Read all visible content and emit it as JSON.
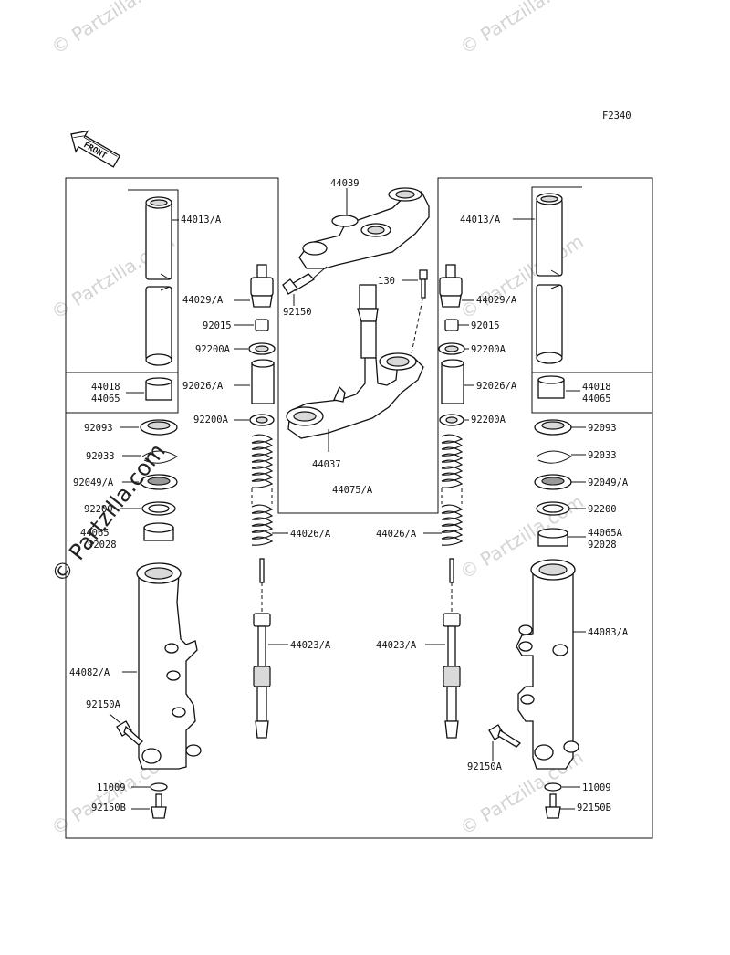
{
  "figure_code": "F2340",
  "front_arrow_text": "FRONT",
  "watermark": {
    "text": "© Partzilla.com",
    "big_text": "© Partzilla.com"
  },
  "labels": {
    "p44039": "44039",
    "p44013A_l": "44013/A",
    "p44013A_r": "44013/A",
    "p44029A_l": "44029/A",
    "p44029A_r": "44029/A",
    "p92150": "92150",
    "p130": "130",
    "p92015_l": "92015",
    "p92015_r": "92015",
    "p92200A_l1": "92200A",
    "p92200A_r1": "92200A",
    "p92026A_l": "92026/A",
    "p92026A_r": "92026/A",
    "p44018_l": "44018",
    "p44065_l": "44065",
    "p44018_r": "44018",
    "p44065_r": "44065",
    "p92200A_l2": "92200A",
    "p92200A_r2": "92200A",
    "p44037": "44037",
    "p92093_l": "92093",
    "p92093_r": "92093",
    "p92033_l": "92033",
    "p92033_r": "92033",
    "p92049A_l": "92049/A",
    "p92049A_r": "92049/A",
    "p44075A": "44075/A",
    "p92200_l": "92200",
    "p92200_r": "92200",
    "p44065_l2": "44065",
    "p92028_l": "92028",
    "p44065A_r": "44065A",
    "p92028_r": "92028",
    "p44026A_l": "44026/A",
    "p44026A_r": "44026/A",
    "p44023A_l": "44023/A",
    "p44023A_r": "44023/A",
    "p44082A": "44082/A",
    "p44083A": "44083/A",
    "p92150A_l": "92150A",
    "p92150A_r": "92150A",
    "p11009_l": "11009",
    "p11009_r": "11009",
    "p92150B_l": "92150B",
    "p92150B_r": "92150B"
  }
}
